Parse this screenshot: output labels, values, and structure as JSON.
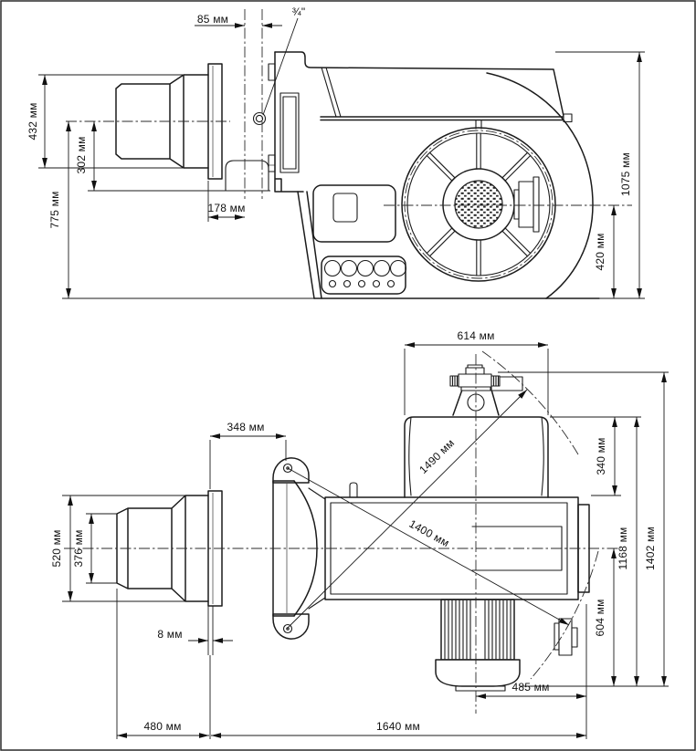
{
  "drawing": {
    "kind": "burner-dimension-drawing",
    "unit": "мм",
    "side_view": {
      "dims": {
        "d85": "85 мм",
        "port": "¾\"",
        "d432": "432 мм",
        "d302": "302 мм",
        "d775": "775 мм",
        "d178": "178 мм",
        "d1075": "1075 мм",
        "d420": "420 мм"
      }
    },
    "plan_view": {
      "dims": {
        "d614": "614 мм",
        "d348": "348 мм",
        "d340": "340 мм",
        "d520": "520 мм",
        "d376": "376 мм",
        "d1490": "1490 мм",
        "d1400": "1400 мм",
        "d1168": "1168 мм",
        "d1402": "1402 мм",
        "d604": "604 мм",
        "d8": "8 мм",
        "d480": "480 мм",
        "d485": "485 мм",
        "d1640": "1640 мм"
      }
    }
  }
}
